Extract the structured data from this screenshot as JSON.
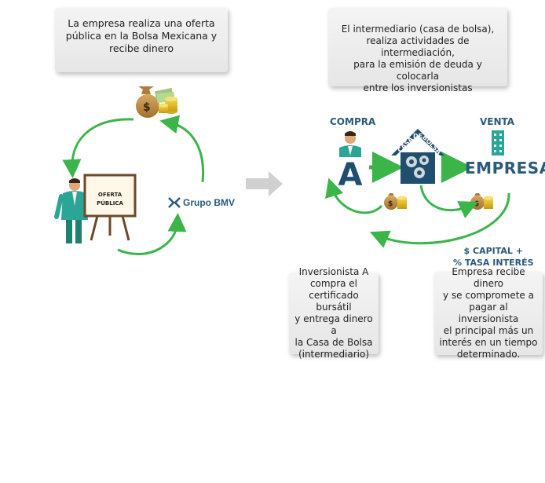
{
  "notes": {
    "oferta": "La empresa realiza una oferta\npública en la Bolsa Mexicana y\nrecibe dinero",
    "intermediario": "El intermediario (casa de bolsa),\nrealiza actividades de intermediación,\npara la emisión de deuda y colocarla\nentre los inversionistas",
    "inversionista": "Inversionista A\ncompra el\ncertificado bursátil\ny entrega dinero a\nla Casa de Bolsa\n(intermediario)",
    "empresa": "Empresa recibe dinero\ny se compromete a\npagar al inversionista\nel principal más un\ninterés en un tiempo\ndeterminado."
  },
  "labels": {
    "compra": "COMPRA",
    "venta": "VENTA",
    "empresa": "EMPRESA",
    "investor_letter": "A",
    "capital": "$ CAPITAL +\n% TASA INTERÉS",
    "board_line1": "OFERTA",
    "board_line2": "PÚBLICA",
    "casa_line1": "CASA",
    "casa_line2": "DE",
    "casa_line3": "BOLSA",
    "bmv": "Grupo BMV",
    "money_sign": "$"
  },
  "colors": {
    "green": "#3bb54a",
    "navy": "#1f4e6e",
    "teal": "#2aa596",
    "note_bg": "#eeeeee"
  }
}
